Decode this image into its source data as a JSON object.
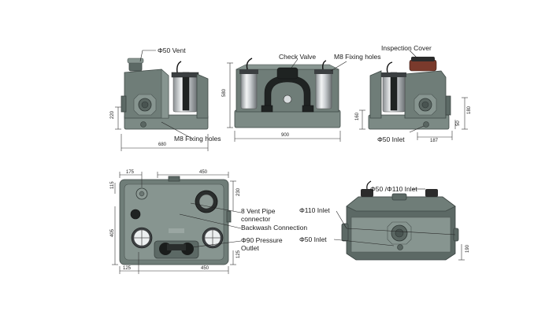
{
  "labels": {
    "vent50": "Φ50 Vent",
    "m8_left": "M8 Fixing holes",
    "check_valve": "Check Valve",
    "m8_center": "M8 Fixing holes",
    "inspection_cover": "Inspection Cover",
    "inlet50_right": "Φ50 Inlet",
    "vent_pipe_8_line1": "8 Vent Pipe",
    "vent_pipe_8_line2": "connector",
    "backwash": "Backwash Connection",
    "pressure90_line1": "Φ90 Pressure",
    "pressure90_line2": "Outlet",
    "inlet_50_110": "Φ50 /Φ110 Inlet",
    "inlet110": "Φ110 Inlet",
    "inlet50_bottom": "Φ50 Inlet"
  },
  "dimensions": {
    "left_height": "220",
    "left_width": "680",
    "center_height": "580",
    "center_width": "900",
    "right_height": "160",
    "right_width": "187",
    "right_h50": "50",
    "right_h180": "180",
    "top_175": "175",
    "top_450_upper": "450",
    "top_115": "115",
    "top_230": "230",
    "top_405": "405",
    "top_125_right": "125",
    "top_125_bottom": "125",
    "top_450_lower": "450",
    "iso_190": "190"
  }
}
